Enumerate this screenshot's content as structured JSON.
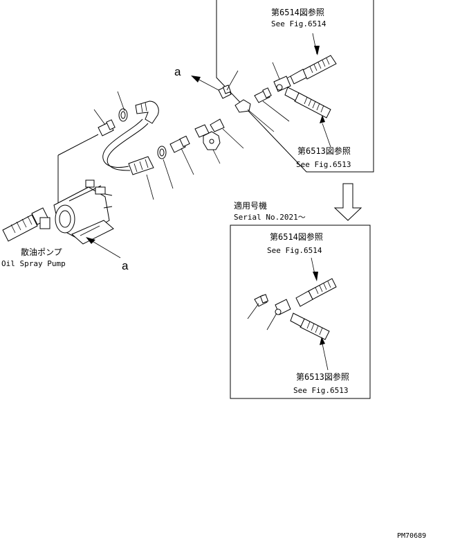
{
  "diagram": {
    "labels": {
      "ref_top_jp": "第6514図参照",
      "ref_top_en": "See Fig.6514",
      "ref_mid_jp": "第6513図参照",
      "ref_mid_en": "See Fig.6513",
      "serial_jp": "適用号機",
      "serial_en": "Serial No.2021〜",
      "ref_bot_top_jp": "第6514図参照",
      "ref_bot_top_en": "See Fig.6514",
      "ref_bot_bot_jp": "第6513図参照",
      "ref_bot_bot_en": "See Fig.6513",
      "pump_jp": "散油ポンプ",
      "pump_en": "Oil Spray Pump",
      "marker_a_top": "a",
      "marker_a_bottom": "a",
      "drawing_no": "PM70689"
    },
    "colors": {
      "ink": "#000000",
      "paper": "#ffffff"
    }
  }
}
